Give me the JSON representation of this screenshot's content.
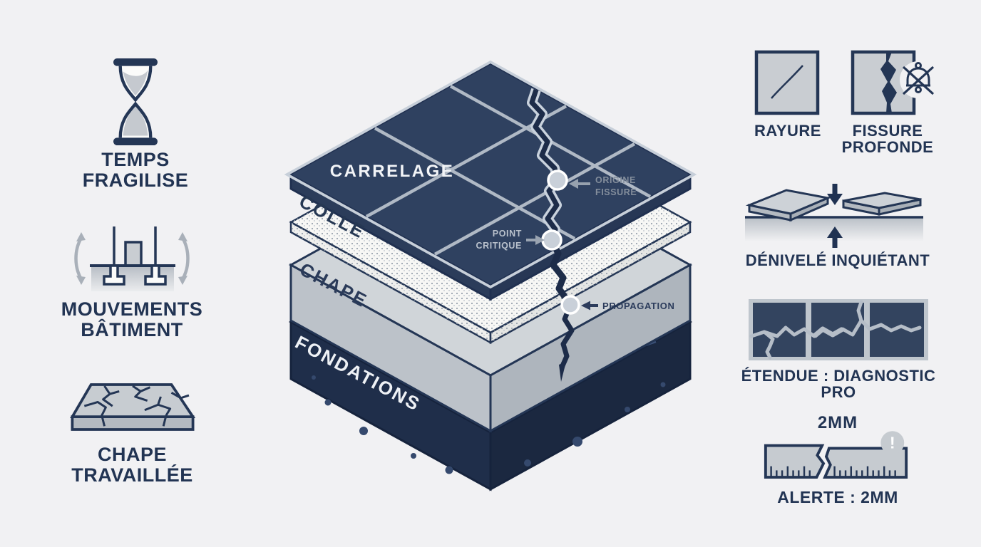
{
  "colors": {
    "background": "#f1f1f3",
    "navy": "#243655",
    "tile_navy": "#2f4160",
    "foundation_navy": "#22344f",
    "icon_gray": "#c9cdd2",
    "chape_gray": "#bcc2c9",
    "grout_gray": "#b7c0cb",
    "annotation_gray": "#848e9c"
  },
  "left_column": {
    "items": [
      {
        "icon": "hourglass",
        "label_line1": "TEMPS",
        "label_line2": "FRAGILISE"
      },
      {
        "icon": "building-movement",
        "label_line1": "MOUVEMENTS",
        "label_line2": "BÂTIMENT"
      },
      {
        "icon": "cracked-slab",
        "label_line1": "CHAPE",
        "label_line2": "TRAVAILLÉE"
      }
    ]
  },
  "diagram": {
    "layers": [
      {
        "label": "CARRELAGE"
      },
      {
        "label": "COLLE"
      },
      {
        "label": "CHAPE"
      },
      {
        "label": "FONDATIONS"
      }
    ],
    "annotations": [
      {
        "id": "origine-fissure",
        "line1": "ORIGINE",
        "line2": "FISSURE"
      },
      {
        "id": "point-critique",
        "line1": "POINT",
        "line2": "CRITIQUE"
      },
      {
        "id": "propagation",
        "line1": "PROPAGATION"
      }
    ]
  },
  "right_column": {
    "rayure": {
      "label": "RAYURE"
    },
    "fissure_profonde": {
      "label_line1": "FISSURE",
      "label_line2": "PROFONDE"
    },
    "denivele": {
      "label": "DÉNIVELÉ INQUIÉTANT"
    },
    "etendue": {
      "label": "ÉTENDUE : DIAGNOSTIC PRO"
    },
    "alerte": {
      "measure": "2MM",
      "warning_glyph": "!",
      "label": "ALERTE : 2MM"
    }
  }
}
